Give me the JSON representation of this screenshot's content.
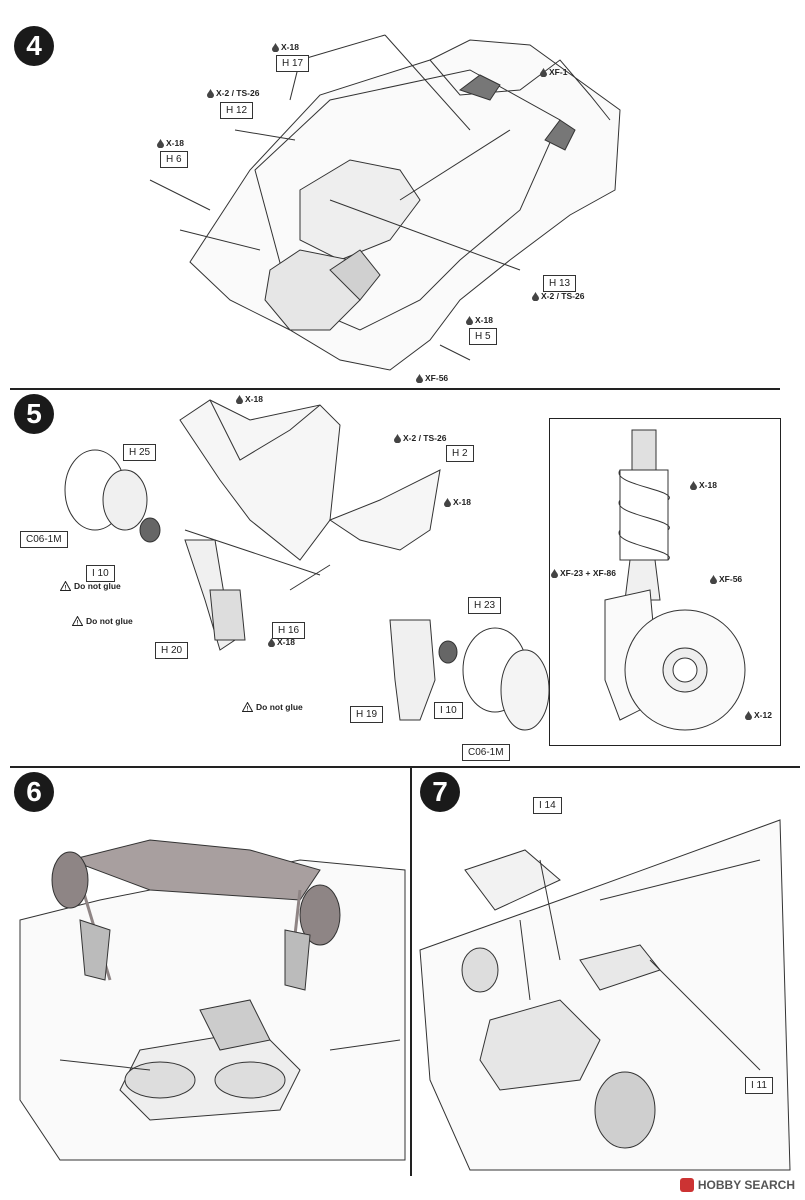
{
  "steps": {
    "s4": {
      "number": "4"
    },
    "s5": {
      "number": "5"
    },
    "s6": {
      "number": "6"
    },
    "s7": {
      "number": "7"
    }
  },
  "parts": {
    "h17": "H 17",
    "h12": "H 12",
    "h6": "H 6",
    "h13": "H 13",
    "h5": "H 5",
    "h25": "H 25",
    "h2": "H 2",
    "c06a": "C06-1M",
    "i10a": "I 10",
    "h16": "H 16",
    "h20": "H 20",
    "h23": "H 23",
    "h19": "H 19",
    "i10b": "I 10",
    "c06b": "C06-1M",
    "i14": "I 14",
    "i11": "I 11"
  },
  "paints": {
    "p1": "X-18",
    "p2": "X-2 / TS-26",
    "p3": "X-18",
    "p4": "XF-1",
    "p5": "X-2 / TS-26",
    "p6": "X-18",
    "p7": "XF-56",
    "p8": "X-18",
    "p9": "X-2 / TS-26",
    "p10": "X-18",
    "p11": "X-18",
    "p12": "X-18",
    "p13": "XF-23 + XF-86",
    "p14": "XF-56",
    "p15": "X-12"
  },
  "notes": {
    "n1": "Do not glue",
    "n2": "Do not glue",
    "n3": "Do not glue"
  },
  "watermark": "HOBBY SEARCH",
  "colors": {
    "ink": "#222222",
    "paint_drop": "#444444",
    "metal": "#9a8f8f"
  }
}
